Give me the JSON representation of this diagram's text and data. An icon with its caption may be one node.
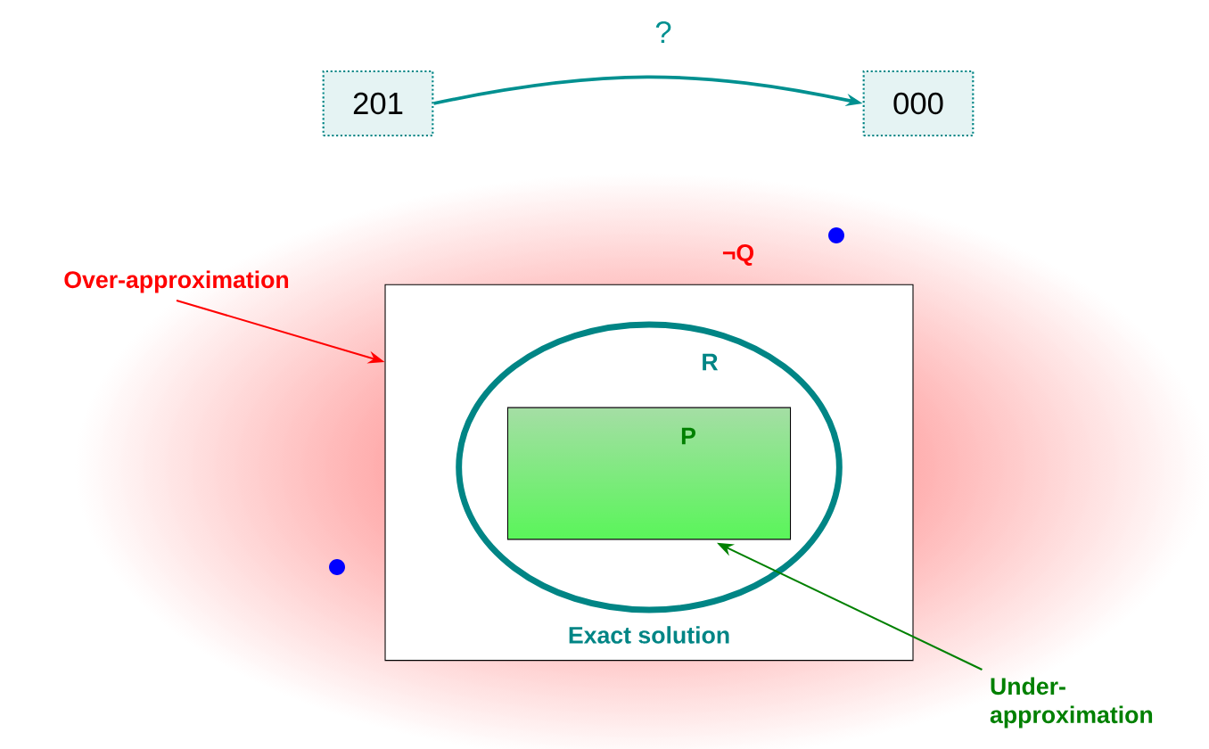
{
  "diagram": {
    "nodes": [
      {
        "text": [
          "201"
        ]
      },
      {
        "text": [
          "000"
        ]
      },
      {
        "text": [
          "¬Q"
        ]
      },
      {
        "text": [
          "Exact solution"
        ]
      },
      {
        "text": [
          "R"
        ],
        "in": 3
      },
      {
        "text": [
          "P"
        ],
        "in": 4
      },
      {
        "text": [
          "Over-approximation"
        ]
      },
      {
        "text": [
          "Under- approximation"
        ]
      }
    ],
    "edges": [
      {
        "from": 0,
        "to": 1,
        "arrow": "to",
        "label": "?",
        "color": "#009090"
      },
      {
        "from": 6,
        "to": 3,
        "arrow": "to",
        "color": "#ff0000"
      },
      {
        "from": 7,
        "to": 5,
        "arrow": "to",
        "color": "#008000"
      }
    ]
  }
}
